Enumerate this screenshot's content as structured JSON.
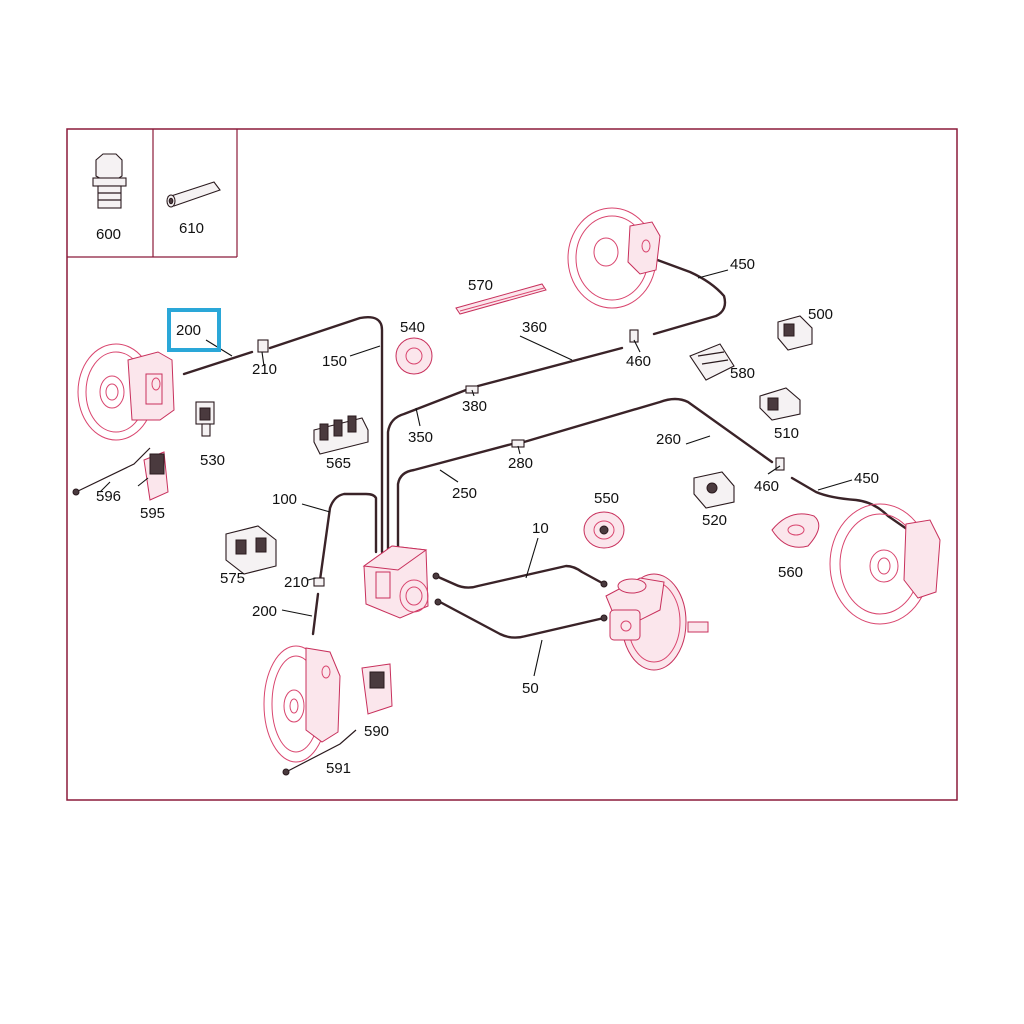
{
  "diagram": {
    "inset_labels": [
      "600",
      "610"
    ],
    "selected_label": "200",
    "highlight_color": "#2aa7d8",
    "frame_color": "#8b1a3a",
    "line_color": "#d9466f",
    "labels": {
      "l200_top": "200",
      "l210_top": "210",
      "l150": "150",
      "l540": "540",
      "l570": "570",
      "l360": "360",
      "l460_top": "460",
      "l450_top": "450",
      "l500": "500",
      "l580": "580",
      "l510": "510",
      "l380": "380",
      "l350": "350",
      "l565": "565",
      "l530": "530",
      "l596": "596",
      "l595": "595",
      "l260": "260",
      "l280": "280",
      "l250": "250",
      "l460_right": "460",
      "l450_right": "450",
      "l520": "520",
      "l550": "550",
      "l560": "560",
      "l100": "100",
      "l575": "575",
      "l210_left": "210",
      "l200_left": "200",
      "l10": "10",
      "l50": "50",
      "l590": "590",
      "l591": "591"
    }
  }
}
